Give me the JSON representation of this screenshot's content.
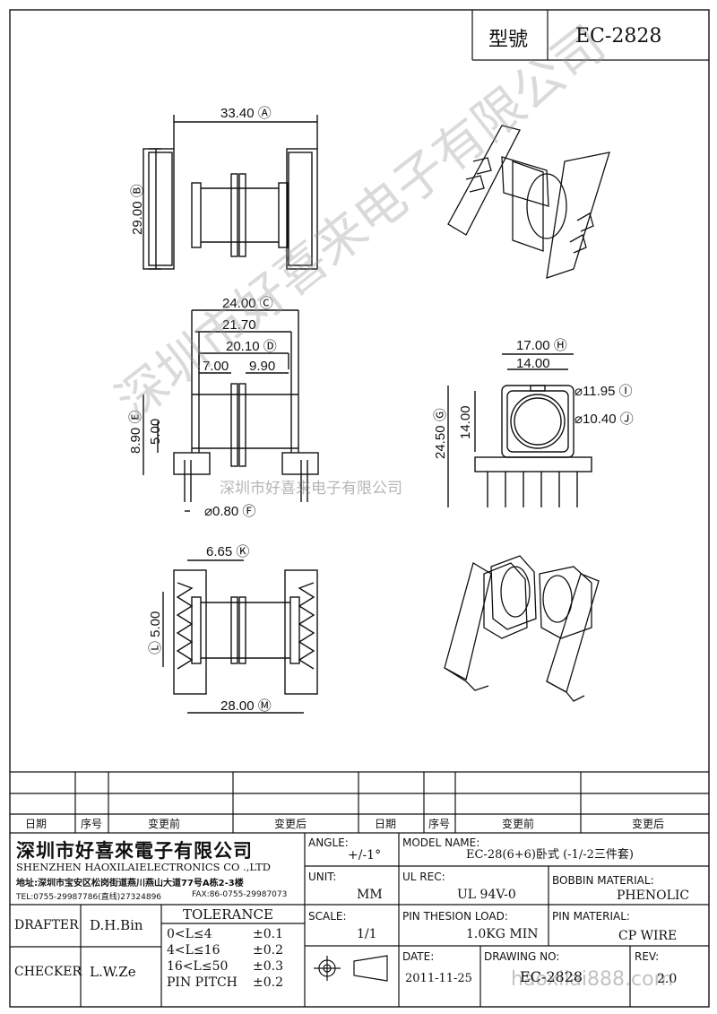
{
  "header": {
    "model_label": "型號",
    "model_no": "EC-2828"
  },
  "dimensions": {
    "d_33_40": "33.40 Ⓐ",
    "d_29_00": "29.00 Ⓑ",
    "d_24_00": "24.00 Ⓒ",
    "d_21_70": "21.70",
    "d_20_10": "20.10 Ⓓ",
    "d_7_00": "7.00",
    "d_9_90": "9.90",
    "d_8_90": "8.90 Ⓔ",
    "d_5_00a": "5.00",
    "d_0_80": "⌀0.80 Ⓕ",
    "d_17_00": "17.00 Ⓗ",
    "d_14_00a": "14.00",
    "d_11_95": "⌀11.95 Ⓘ",
    "d_10_40": "⌀10.40 Ⓙ",
    "d_24_50": "24.50 Ⓖ",
    "d_14_00b": "14.00",
    "d_6_65": "6.65 Ⓚ",
    "d_5_00b": "Ⓛ 5.00",
    "d_28_00": "28.00 Ⓜ"
  },
  "watermarks": {
    "diagonal": "深圳市好喜来电子有限公司",
    "horizontal": "深圳市好喜来电子有限公司",
    "site": "haoxilai888.com"
  },
  "revision_table": {
    "headers": [
      "日期",
      "序号",
      "变更前",
      "变更后",
      "日期",
      "序号",
      "变更前",
      "变更后"
    ]
  },
  "company": {
    "name_cn": "深圳市好喜來電子有限公司",
    "name_en": "SHENZHEN HAOXILAIELECTRONICS CO .,LTD",
    "address": "地址:深圳市宝安区松岗街道燕川燕山大道77号A栋2-3楼",
    "tel": "TEL:0755-29987786(直线)27324896",
    "fax": "FAX:86-0755-29987073"
  },
  "title_block": {
    "angle_label": "ANGLE:",
    "angle_value": "+/-1°",
    "model_name_label": "MODEL NAME:",
    "model_name_value": "EC-28(6+6)卧式 (-1/-2三件套)",
    "unit_label": "UNIT:",
    "unit_value": "MM",
    "ul_rec_label": "UL REC:",
    "ul_rec_value": "UL 94V-0",
    "bobbin_material_label": "BOBBIN MATERIAL:",
    "bobbin_material_value": "PHENOLIC",
    "scale_label": "SCALE:",
    "scale_value": "1/1",
    "pin_tension_label": "PIN THESION LOAD:",
    "pin_tension_value": "1.0KG MIN",
    "pin_material_label": "PIN MATERIAL:",
    "pin_material_value": "CP  WIRE",
    "date_label": "DATE:",
    "date_value": "2011-11-25",
    "drawing_no_label": "DRAWING NO:",
    "drawing_no_value": "EC-2828",
    "rev_label": "REV:",
    "rev_value": "2.0",
    "drafter_label": "DRAFTER",
    "drafter_value": "D.H.Bin",
    "checker_label": "CHECKER",
    "checker_value": "L.W.Ze",
    "tolerance_label": "TOLERANCE",
    "tolerances": [
      {
        "range": "0<L≤4",
        "value": "±0.1"
      },
      {
        "range": "4<L≤16",
        "value": "±0.2"
      },
      {
        "range": "16<L≤50",
        "value": "±0.3"
      },
      {
        "range": "PIN PITCH",
        "value": "±0.2"
      }
    ]
  }
}
